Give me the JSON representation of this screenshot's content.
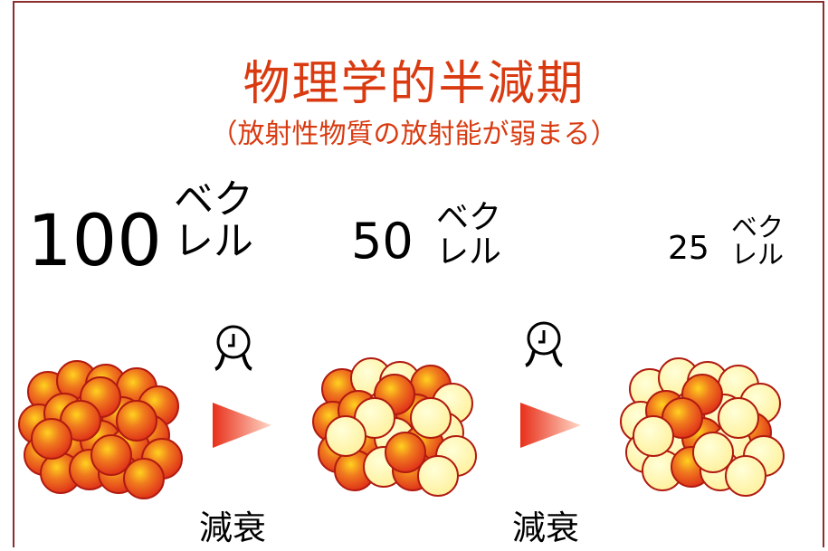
{
  "title": "物理学的半減期",
  "subtitle": "（放射性物質の放射能が弱まる）",
  "stages": [
    {
      "value": "100",
      "unit_line1": "ベク",
      "unit_line2": "レル"
    },
    {
      "value": "50",
      "unit_line1": "ベク",
      "unit_line2": "レル"
    },
    {
      "value": "25",
      "unit_line1": "ベク",
      "unit_line2": "レル"
    }
  ],
  "decay_label": "減衰",
  "icons": [
    "clock-icon",
    "arrow-right-icon",
    "atom-cluster-icon"
  ],
  "colors": {
    "title": "#d93a10",
    "border": "#8b2e2e",
    "active_particle": "#e8551c",
    "decayed_particle": "#fff4a8",
    "particle_outline": "#b01a10"
  }
}
